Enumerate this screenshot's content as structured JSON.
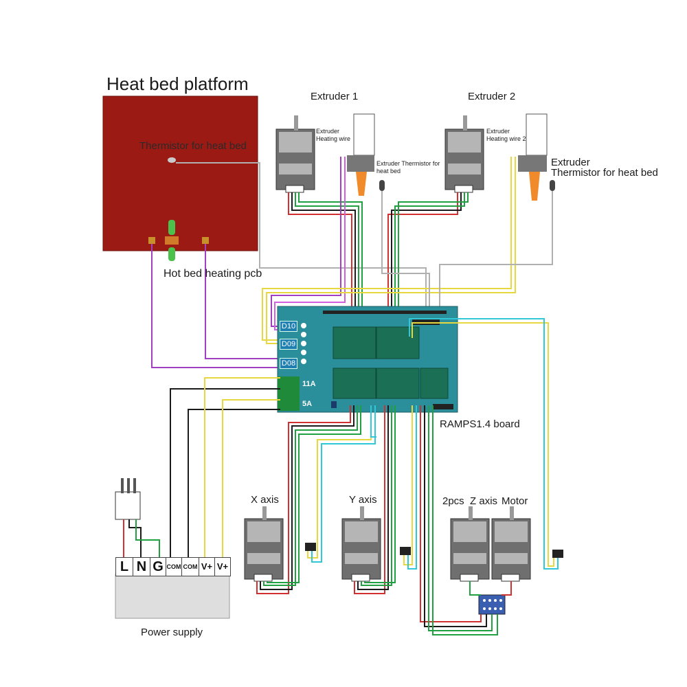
{
  "labels": {
    "heat_bed_platform": "Heat bed platform",
    "thermistor_heat_bed": "Thermistor for heat bed",
    "hot_bed_heating_pcb": "Hot bed heating pcb",
    "extruder1": "Extruder 1",
    "extruder2": "Extruder 2",
    "extruder1_heating_wire": "Extruder Heating wire",
    "extruder1_thermistor": "Extruder Thermistor for heat bed",
    "extruder2_heating_wire": "Extruder Heating wire 2",
    "extruder2_thermistor_line1": "Extruder",
    "extruder2_thermistor_line2": "Thermistor for heat bed",
    "ramps_board": "RAMPS1.4 board",
    "x_axis": "X axis",
    "y_axis": "Y axis",
    "z_axis": "2pcs  Z axis",
    "motor": "Motor",
    "power_supply": "Power supply"
  },
  "ramps": {
    "pins": [
      "D10",
      "D09",
      "D08"
    ],
    "current_11a": "11A",
    "current_5a": "5A"
  },
  "power_terminals": [
    "L",
    "N",
    "G",
    "COM",
    "COM",
    "V+",
    "V+"
  ],
  "colors": {
    "heat_bed": "#9c1a14",
    "board": "#2a8f9a",
    "purple": "#a040c0",
    "yellow": "#e8d840",
    "cyan": "#30c8d8",
    "red_wire": "#d03030",
    "green_wire": "#20a040",
    "grey_wire": "#909090",
    "black_wire": "#1a1a1a"
  }
}
